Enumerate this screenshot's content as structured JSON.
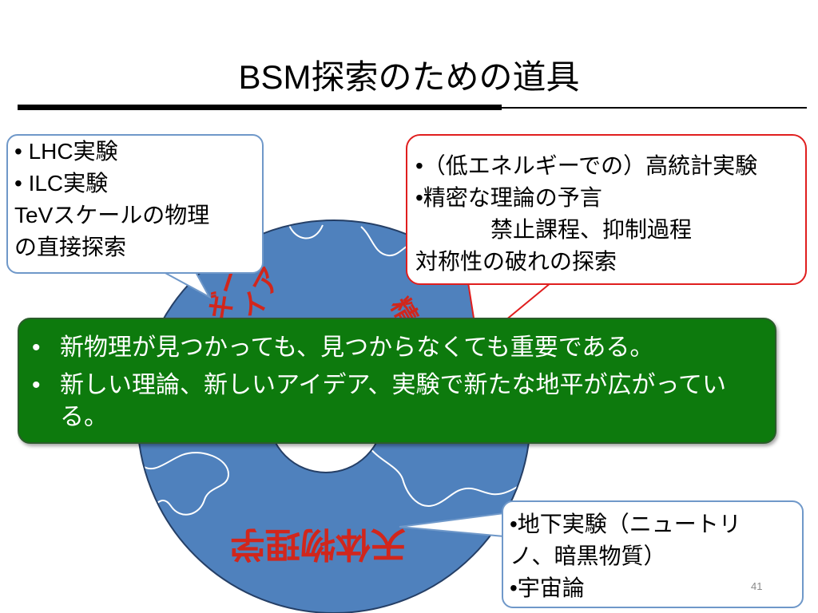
{
  "slide": {
    "title": "BSM探索のための道具",
    "page_number": "41"
  },
  "colors": {
    "circle_fill": "#4f81bd",
    "circle_stroke": "#253f66",
    "diagram_label": "#d1261c",
    "summary_fill": "#0d7a0d",
    "summary_stroke": "#2b5d2b",
    "summary_text": "#ffffff",
    "blue_callout_border": "#6f98c9",
    "red_callout_border": "#e01e1e",
    "title_rule": "#000000",
    "page_number": "#8a8a8a"
  },
  "diagram": {
    "label_bottom": "天体物理学",
    "label_left_outer": "ギー",
    "label_left_inner": "イア",
    "label_right_partial": "精"
  },
  "callouts": {
    "collider": {
      "lines": [
        "• LHC実験",
        "• ILC実験",
        "TeVスケールの物理",
        "の直接探索"
      ]
    },
    "precision": {
      "lines": [
        "•（低エネルギーでの）高統計実験",
        "•精密な理論の予言",
        "禁止課程、抑制過程",
        "対称性の破れの探索"
      ]
    },
    "underground": {
      "lines": [
        "•地下実験（ニュートリ",
        "ノ、暗黒物質）",
        "•宇宙論"
      ]
    }
  },
  "summary": {
    "bullet": "•",
    "items": [
      {
        "lines": [
          "新物理が見つかっても、見つからなくても重要である。"
        ]
      },
      {
        "lines": [
          "新しい理論、新しいアイデア、実験で新たな地平が広がってい",
          "る。"
        ]
      }
    ]
  }
}
